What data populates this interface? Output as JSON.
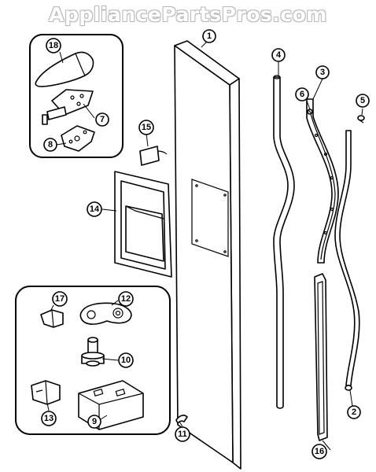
{
  "watermark": "AppliancePartsPros.com",
  "callouts": {
    "c1": "1",
    "c2": "2",
    "c3": "3",
    "c4": "4",
    "c5": "5",
    "c6": "6",
    "c7": "7",
    "c8": "8",
    "c9": "9",
    "c10": "10",
    "c11": "11",
    "c12": "12",
    "c13": "13",
    "c14": "14",
    "c15": "15",
    "c16": "16",
    "c17": "17",
    "c18": "18"
  }
}
